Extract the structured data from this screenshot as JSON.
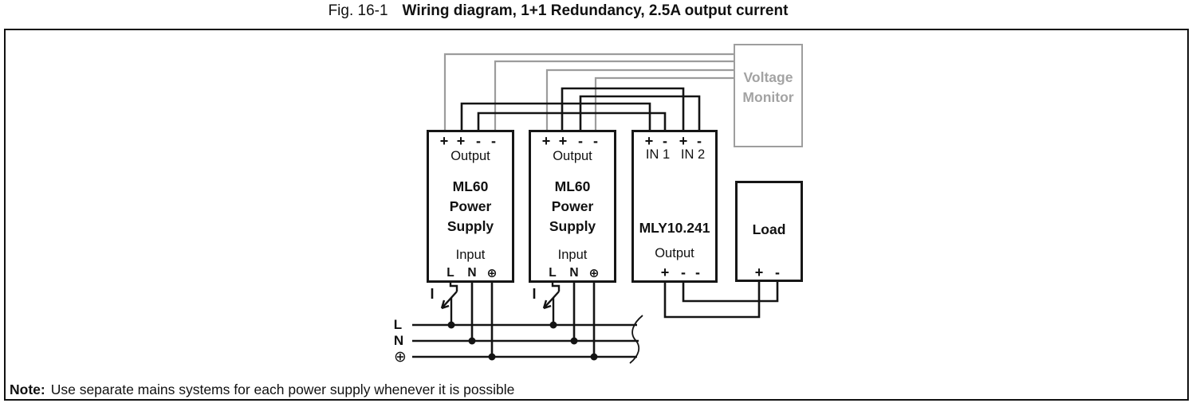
{
  "title": {
    "fig_label": "Fig. 16-1",
    "text": "Wiring diagram, 1+1 Redundancy, 2.5A output current"
  },
  "note": {
    "label": "Note:",
    "text": "Use separate mains systems for each power supply whenever it is possible"
  },
  "power_supply_1": {
    "terminals_top": [
      "+",
      "+",
      "-",
      "-"
    ],
    "output_label": "Output",
    "name_lines": [
      "ML60",
      "Power",
      "Supply"
    ],
    "input_label": "Input",
    "terminals_bottom": [
      "L",
      "N",
      "⊕"
    ]
  },
  "power_supply_2": {
    "terminals_top": [
      "+",
      "+",
      "-",
      "-"
    ],
    "output_label": "Output",
    "name_lines": [
      "ML60",
      "Power",
      "Supply"
    ],
    "input_label": "Input",
    "terminals_bottom": [
      "L",
      "N",
      "⊕"
    ]
  },
  "redundancy_module": {
    "terminals_top": [
      "+",
      "-",
      "+",
      "-"
    ],
    "input_labels": [
      "IN 1",
      "IN 2"
    ],
    "name": "MLY10.241",
    "output_label": "Output",
    "terminals_bottom": [
      "+",
      "-",
      "-"
    ]
  },
  "load": {
    "name": "Load",
    "terminals_bottom": [
      "+",
      "-"
    ]
  },
  "voltage_monitor": {
    "name_lines": [
      "Voltage",
      "Monitor"
    ]
  },
  "mains": {
    "rail_labels": [
      "L",
      "N",
      "⊕"
    ],
    "switch_label": "I"
  },
  "colors": {
    "wire_black": "#141414",
    "wire_gray": "#9c9c9c",
    "monitor_gray": "#a3a3a3"
  }
}
